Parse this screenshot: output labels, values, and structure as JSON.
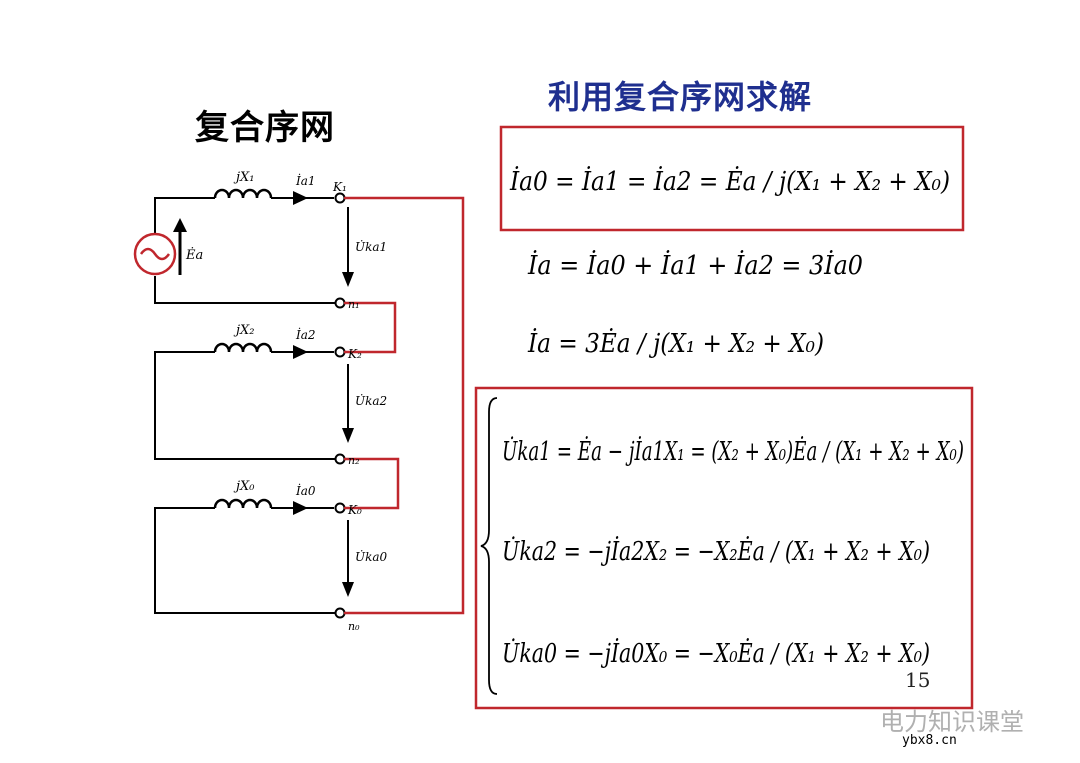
{
  "titles": {
    "left": "复合序网",
    "right": "利用复合序网求解"
  },
  "circuit": {
    "reactances": [
      "jX₁",
      "jX₂",
      "jX₀"
    ],
    "currents": [
      "İa1",
      "İa2",
      "İa0"
    ],
    "voltages": [
      "U̇ka1",
      "U̇ka2",
      "U̇ka0"
    ],
    "nodes_k": [
      "K₁",
      "K₂",
      "K₀"
    ],
    "nodes_n": [
      "n₁",
      "n₂",
      "n₀"
    ],
    "source": "Ėa"
  },
  "equations": {
    "eq1": "İa0 = İa1 = İa2 = Ėa / j(X₁ + X₂ + X₀)",
    "eq2": "İa = İa0 + İa1 + İa2 = 3İa0",
    "eq3": "İa = 3Ėa / j(X₁ + X₂ + X₀)",
    "eq4": "U̇ka1 = Ėa − jİa1X₁ = (X₂ + X₀)Ėa / (X₁ + X₂ + X₀)",
    "eq5": "U̇ka2 = −jİa2X₂ = −X₂Ėa / (X₁ + X₂ + X₀)",
    "eq6": "U̇ka0 = −jİa0X₀ = −X₀Ėa / (X₁ + X₂ + X₀)"
  },
  "page_number": "15",
  "watermark": "电力知识课堂",
  "site": "ybx8.cn",
  "colors": {
    "title_blue": "#1f2f8f",
    "box_red": "#c0272d",
    "wire": "#000000"
  }
}
